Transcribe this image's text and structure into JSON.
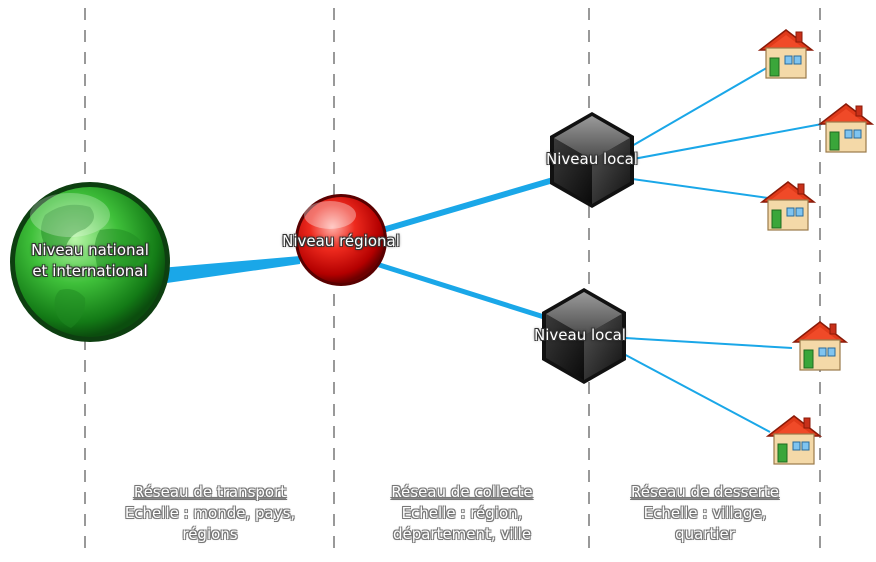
{
  "nodes": {
    "national": {
      "line1": "Niveau national",
      "line2": "et international"
    },
    "regional": {
      "label": "Niveau régional"
    },
    "local_top": {
      "label": "Niveau local"
    },
    "local_bottom": {
      "label": "Niveau local"
    }
  },
  "columns": [
    {
      "title": "Réseau de transport",
      "line1": "Echelle : monde, pays,",
      "line2": "régions"
    },
    {
      "title": "Réseau de collecte",
      "line1": "Echelle : région,",
      "line2": "département, ville"
    },
    {
      "title": "Réseau de desserte",
      "line1": "Echelle : village,",
      "line2": "quartier"
    }
  ],
  "colors": {
    "link": "#1aa7e8",
    "globe": "#2fb52f",
    "regional": "#e01010",
    "local": "#2a2a2a",
    "house_roof": "#e03a1a",
    "house_wall": "#f4d9a8",
    "house_door": "#3aa63a",
    "divider": "#999999"
  },
  "icons": [
    "globe-icon",
    "red-sphere-icon",
    "black-cube-icon",
    "house-icon"
  ]
}
